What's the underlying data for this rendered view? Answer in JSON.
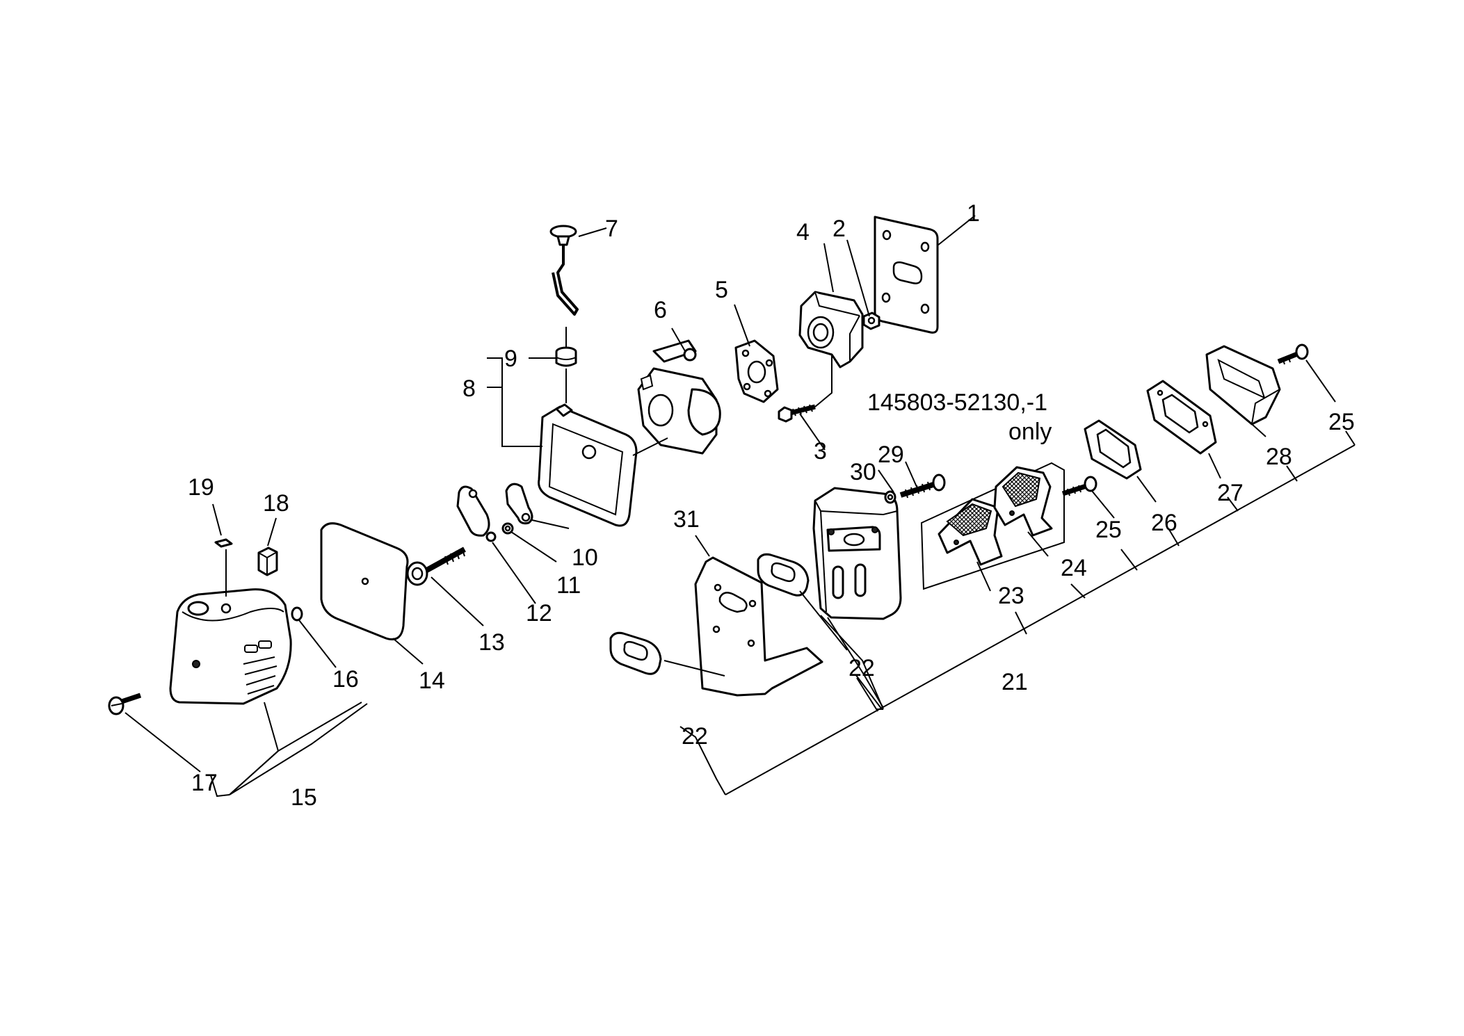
{
  "colors": {
    "ink": "#000000",
    "paper": "#ffffff"
  },
  "note": {
    "line1": "145803-52130,-1",
    "line2": "only"
  },
  "callouts": [
    "1",
    "2",
    "3",
    "4",
    "5",
    "6",
    "7",
    "8",
    "9",
    "10",
    "11",
    "12",
    "13",
    "14",
    "15",
    "16",
    "17",
    "18",
    "19",
    "21",
    "22",
    "22",
    "23",
    "24",
    "25",
    "25",
    "26",
    "27",
    "28",
    "29",
    "30",
    "31"
  ]
}
